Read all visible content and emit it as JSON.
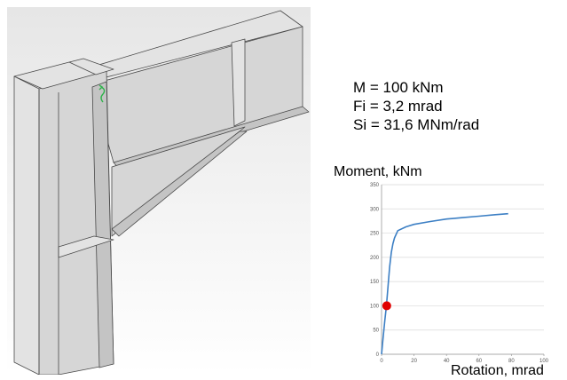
{
  "results": {
    "moment": "M = 100 kNm",
    "rotation": "Fi = 3,2 mrad",
    "stiffness": "Si = 31,6 MNm/rad"
  },
  "chart_data": {
    "type": "line",
    "xlabel": "Rotation, mrad",
    "ylabel": "Moment, kNm",
    "xlim": [
      0,
      100
    ],
    "ylim": [
      0,
      350
    ],
    "x_ticks": [
      "0",
      "20",
      "40",
      "60",
      "80",
      "100"
    ],
    "y_ticks": [
      "0",
      "50",
      "100",
      "150",
      "200",
      "250",
      "300",
      "350"
    ],
    "grid": "horizontal",
    "series": [
      {
        "color": "#3c7fc4",
        "x": [
          0,
          1,
          2,
          3,
          4,
          5,
          6,
          7,
          8,
          10,
          15,
          20,
          30,
          40,
          50,
          60,
          70,
          78
        ],
        "y": [
          0,
          35,
          70,
          100,
          140,
          180,
          210,
          228,
          240,
          255,
          263,
          268,
          274,
          279,
          282,
          285,
          288,
          290
        ]
      }
    ],
    "marker": {
      "x": 3.2,
      "y": 100,
      "color": "#e00000"
    }
  },
  "model": {
    "colors": {
      "plate_fill": "#d6d6d6",
      "plate_light": "#e3e3e3",
      "plate_dark": "#c4c4c4",
      "edge": "#4a4a4a",
      "background_top": "#e6e6e6",
      "background_bottom": "#ffffff",
      "marker": "#2db34a"
    }
  }
}
